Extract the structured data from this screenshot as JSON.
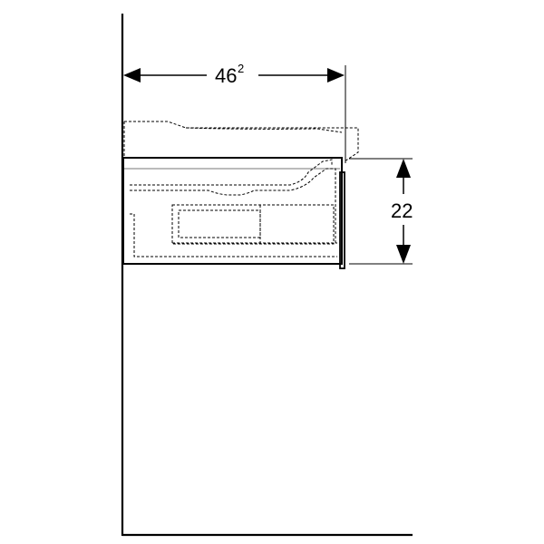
{
  "dimensions": {
    "depth": {
      "main": "46",
      "superscript": "2"
    },
    "height": {
      "main": "22"
    }
  },
  "colors": {
    "line": "#000000",
    "guide": "#777777",
    "background": "#ffffff"
  }
}
